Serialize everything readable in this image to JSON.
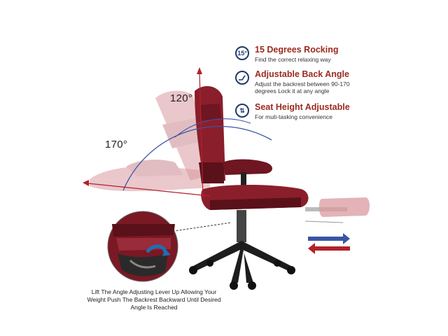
{
  "angles": {
    "upright": "120°",
    "reclined": "170°"
  },
  "features": [
    {
      "icon": "rocking-15-icon",
      "icon_text": "15°",
      "title": "15 Degrees Rocking",
      "desc": "Find the correct relaxing way"
    },
    {
      "icon": "back-angle-icon",
      "icon_text": "",
      "title": "Adjustable Back Angle",
      "desc": "Adjust the backrest between 90-170 degrees Lock it at any angle"
    },
    {
      "icon": "height-adjust-icon",
      "icon_text": "⇅",
      "title": "Seat Height Adjustable",
      "desc": "For muti-tasking convenience"
    }
  ],
  "caption": "Lift The Angle Adjusting Lever Up Allowing Your Weight Push The Backrest Backward Until Desired Angle Is Reached",
  "colors": {
    "leather": "#8b1e2b",
    "leather_light": "#d99aa0",
    "arrow_red": "#b3202a",
    "arc_blue": "#3a55a5",
    "title_red": "#9b2a1f",
    "icon_navy": "#1f3a6b"
  }
}
